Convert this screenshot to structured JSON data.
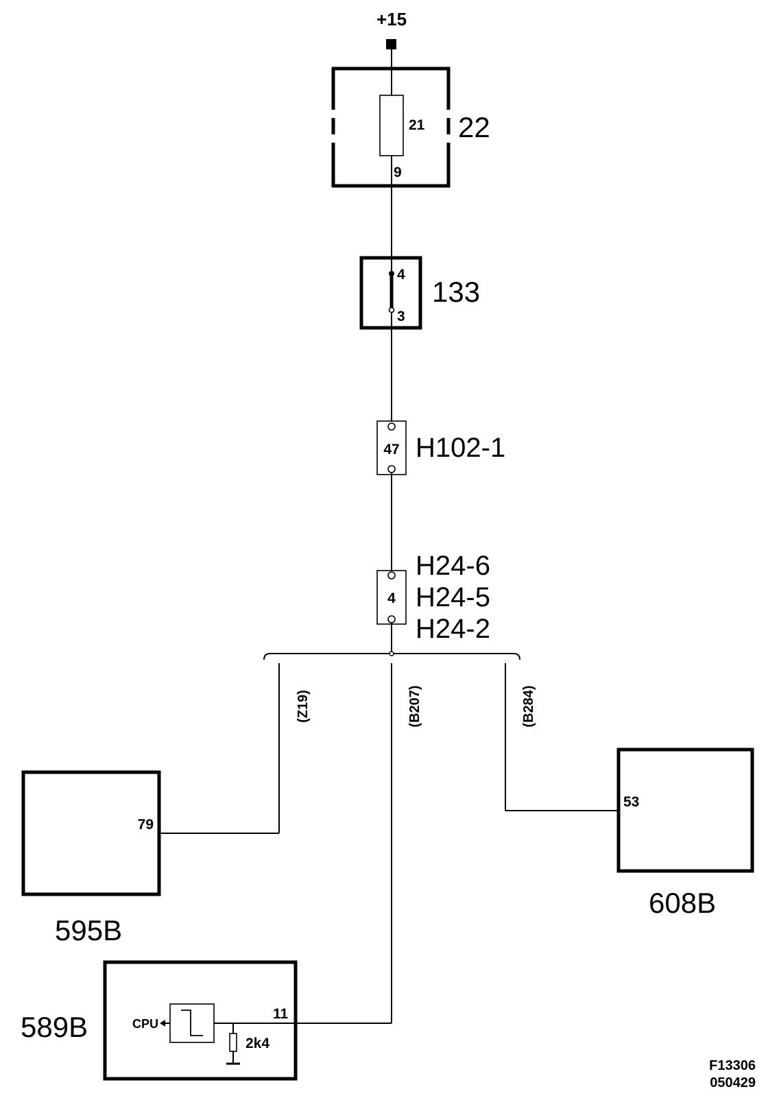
{
  "supply": {
    "label": "+15"
  },
  "fuse_box": {
    "label": "22",
    "fuse_number": "21",
    "pin": "9"
  },
  "switch": {
    "label": "133",
    "pin_top": "4",
    "pin_bottom": "3"
  },
  "connector_h102": {
    "label": "H102-1",
    "pin": "47"
  },
  "connector_h24": {
    "labels": [
      "H24-6",
      "H24-5",
      "H24-2"
    ],
    "pin": "4"
  },
  "branches": {
    "left_code": "(Z19)",
    "middle_code": "(B207)",
    "right_code": "(B284)"
  },
  "module_595b": {
    "label": "595B",
    "pin": "79"
  },
  "module_608b": {
    "label": "608B",
    "pin": "53"
  },
  "module_589b": {
    "label": "589B",
    "pin": "11",
    "cpu_label": "CPU",
    "resistor_label": "2k4"
  },
  "figure_ref": {
    "code": "F13306",
    "date": "050429"
  }
}
